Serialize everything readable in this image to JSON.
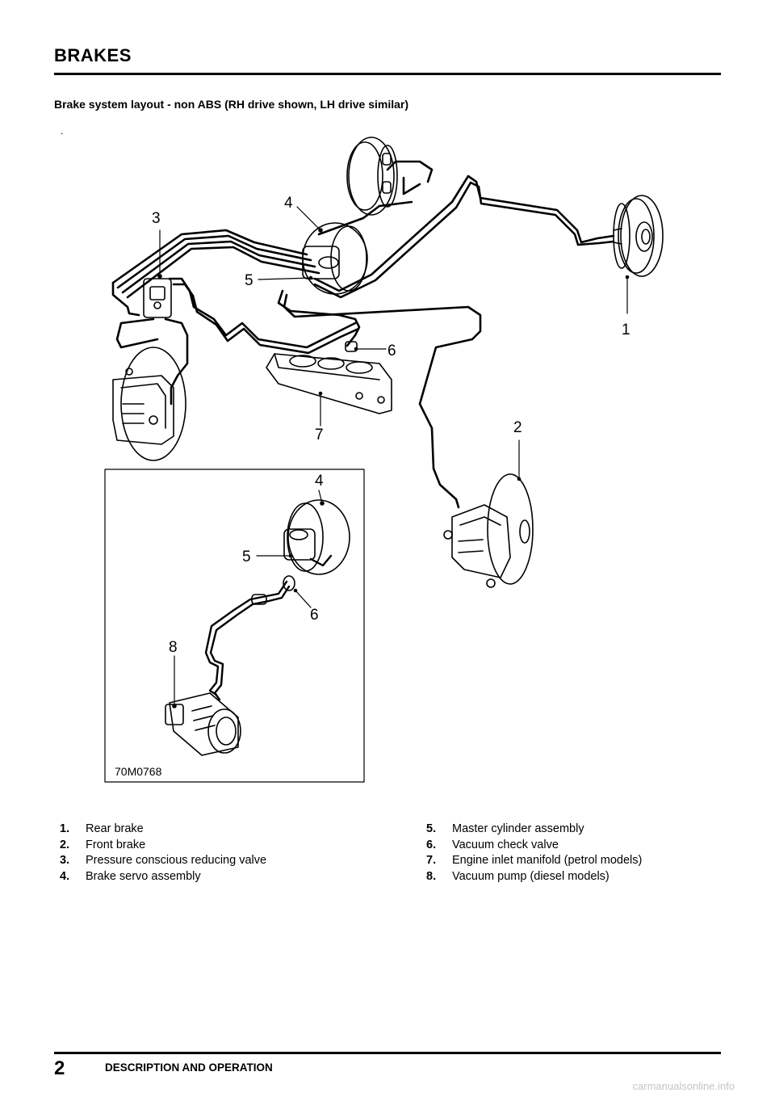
{
  "header": {
    "title": "BRAKES"
  },
  "section_heading": "Brake system layout - non ABS (RH drive shown, LH drive similar)",
  "stray_mark": ".",
  "figure": {
    "code": "70M0768",
    "callouts": {
      "main": [
        "1",
        "2",
        "3",
        "4",
        "5",
        "6",
        "7"
      ],
      "inset": [
        "4",
        "5",
        "6",
        "8"
      ]
    }
  },
  "legend": {
    "left": [
      {
        "num": "1.",
        "text": "Rear brake"
      },
      {
        "num": "2.",
        "text": "Front brake"
      },
      {
        "num": "3.",
        "text": "Pressure conscious reducing valve"
      },
      {
        "num": "4.",
        "text": "Brake servo assembly"
      }
    ],
    "right": [
      {
        "num": "5.",
        "text": "Master cylinder assembly"
      },
      {
        "num": "6.",
        "text": "Vacuum check valve"
      },
      {
        "num": "7.",
        "text": "Engine inlet manifold (petrol models)"
      },
      {
        "num": "8.",
        "text": "Vacuum pump (diesel models)"
      }
    ]
  },
  "footer": {
    "page_number": "2",
    "section": "DESCRIPTION AND OPERATION"
  },
  "watermark": "carmanualsonline.info"
}
